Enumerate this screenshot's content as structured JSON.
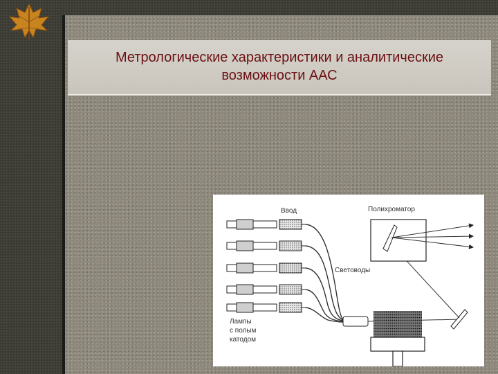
{
  "slide": {
    "title_line1": "Метрологические характеристики и аналитические",
    "title_line2": "возможности ААС"
  },
  "figure": {
    "label_input": "Ввод",
    "label_polychromator": "Полихроматор",
    "label_lightguides": "Световоды",
    "label_lamps_line1": "Лампы",
    "label_lamps_line2": "с полым",
    "label_lamps_line3": "катодом"
  }
}
